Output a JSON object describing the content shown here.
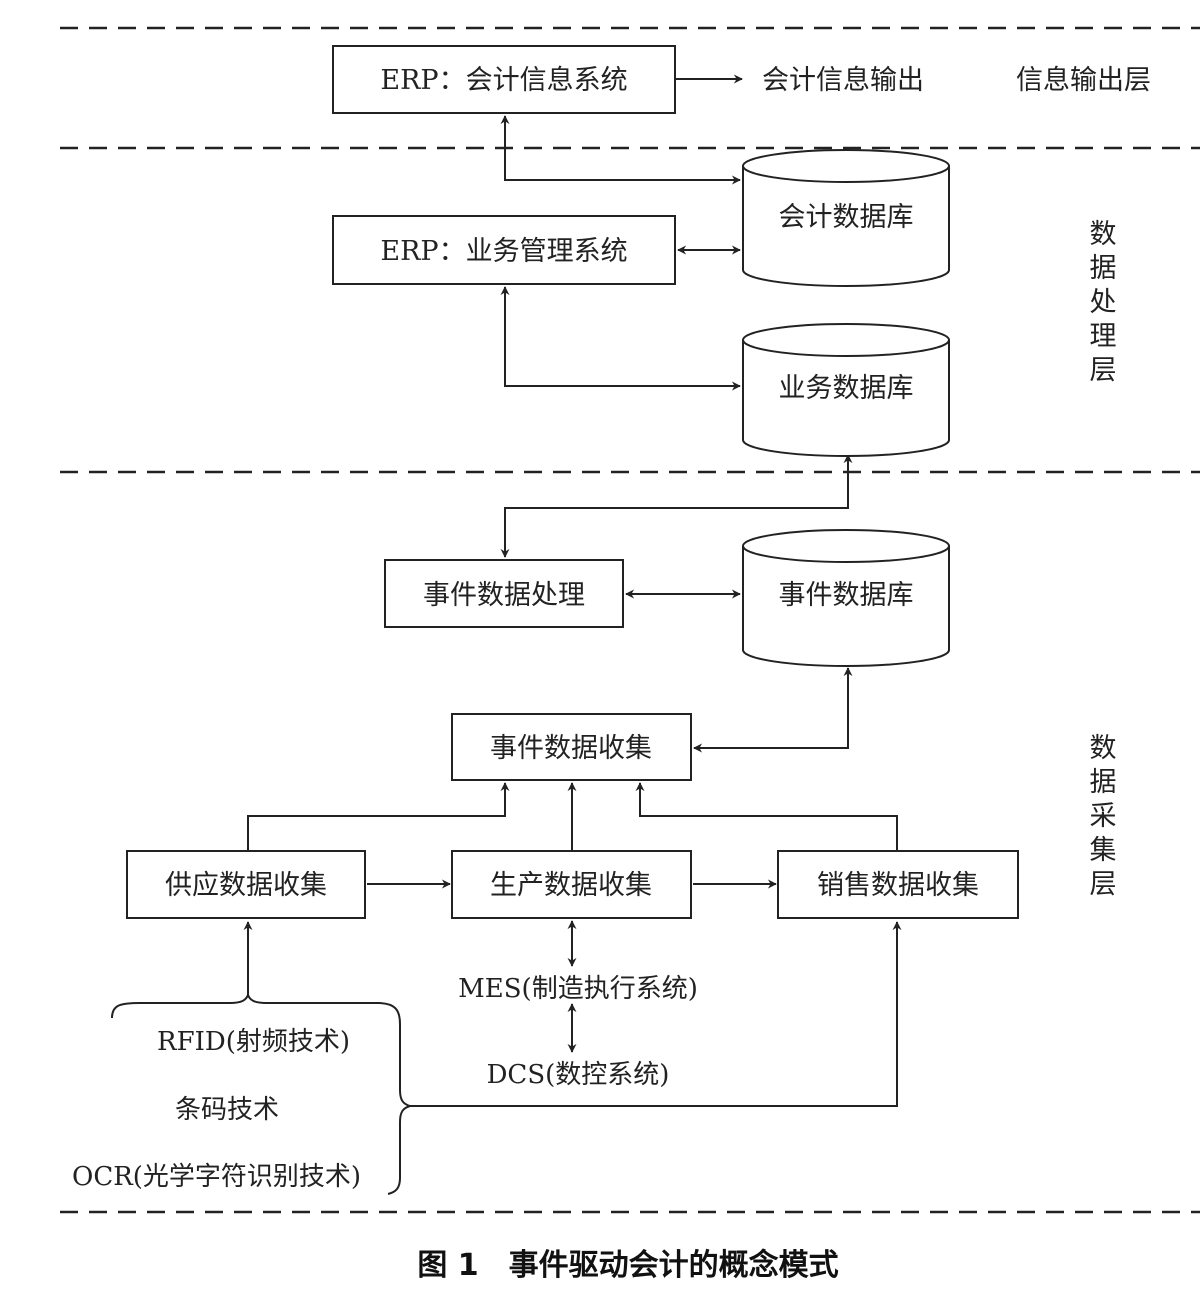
{
  "layers": {
    "output": "信息输出层",
    "processing": "数据处理层",
    "collection": "数据采集层"
  },
  "nodes": {
    "erp_accounting": "ERP：会计信息系统",
    "accounting_output": "会计信息输出",
    "accounting_db": "会计数据库",
    "erp_business": "ERP：业务管理系统",
    "business_db": "业务数据库",
    "event_processing": "事件数据处理",
    "event_db": "事件数据库",
    "event_collection": "事件数据收集",
    "supply_collection": "供应数据收集",
    "production_collection": "生产数据收集",
    "sales_collection": "销售数据收集"
  },
  "technologies": {
    "mes": "MES(制造执行系统)",
    "dcs": "DCS(数控系统)",
    "rfid": "RFID(射频技术)",
    "barcode": "条码技术",
    "ocr": "OCR(光学字符识别技术)"
  },
  "caption": "图 1　事件驱动会计的概念模式"
}
